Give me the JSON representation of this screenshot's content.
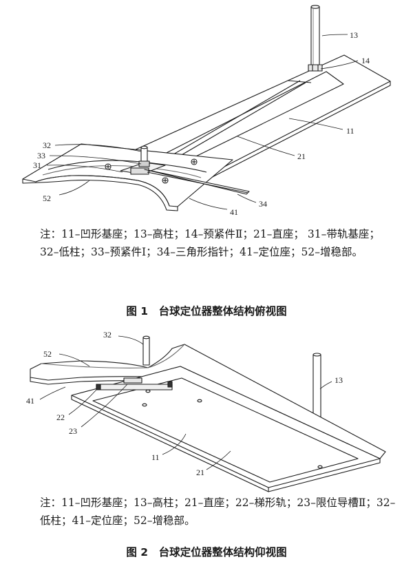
{
  "figure1": {
    "labels": {
      "l13": "13",
      "l14": "14",
      "l11": "11",
      "l21": "21",
      "l32": "32",
      "l33": "33",
      "l31": "31",
      "l52": "52",
      "l34": "34",
      "l41": "41"
    },
    "note": "注：11–凹形基座；13–高柱；14–预紧件Ⅱ；21–直座； 31–带轨基座；32–低柱；33–预紧件Ⅰ；34–三角形指针；41–定位座；52–增稳部。",
    "caption": "图 1　台球定位器整体结构俯视图"
  },
  "figure2": {
    "labels": {
      "l32": "32",
      "l52": "52",
      "l13": "13",
      "l41": "41",
      "l22": "22",
      "l23": "23",
      "l11": "11",
      "l21": "21"
    },
    "note": "注：11–凹形基座；13–高柱；21–直座；22–梯形轨；23–限位导槽Ⅱ；32–低柱；41–定位座；52–增稳部。",
    "caption": "图 2　台球定位器整体结构仰视图"
  }
}
